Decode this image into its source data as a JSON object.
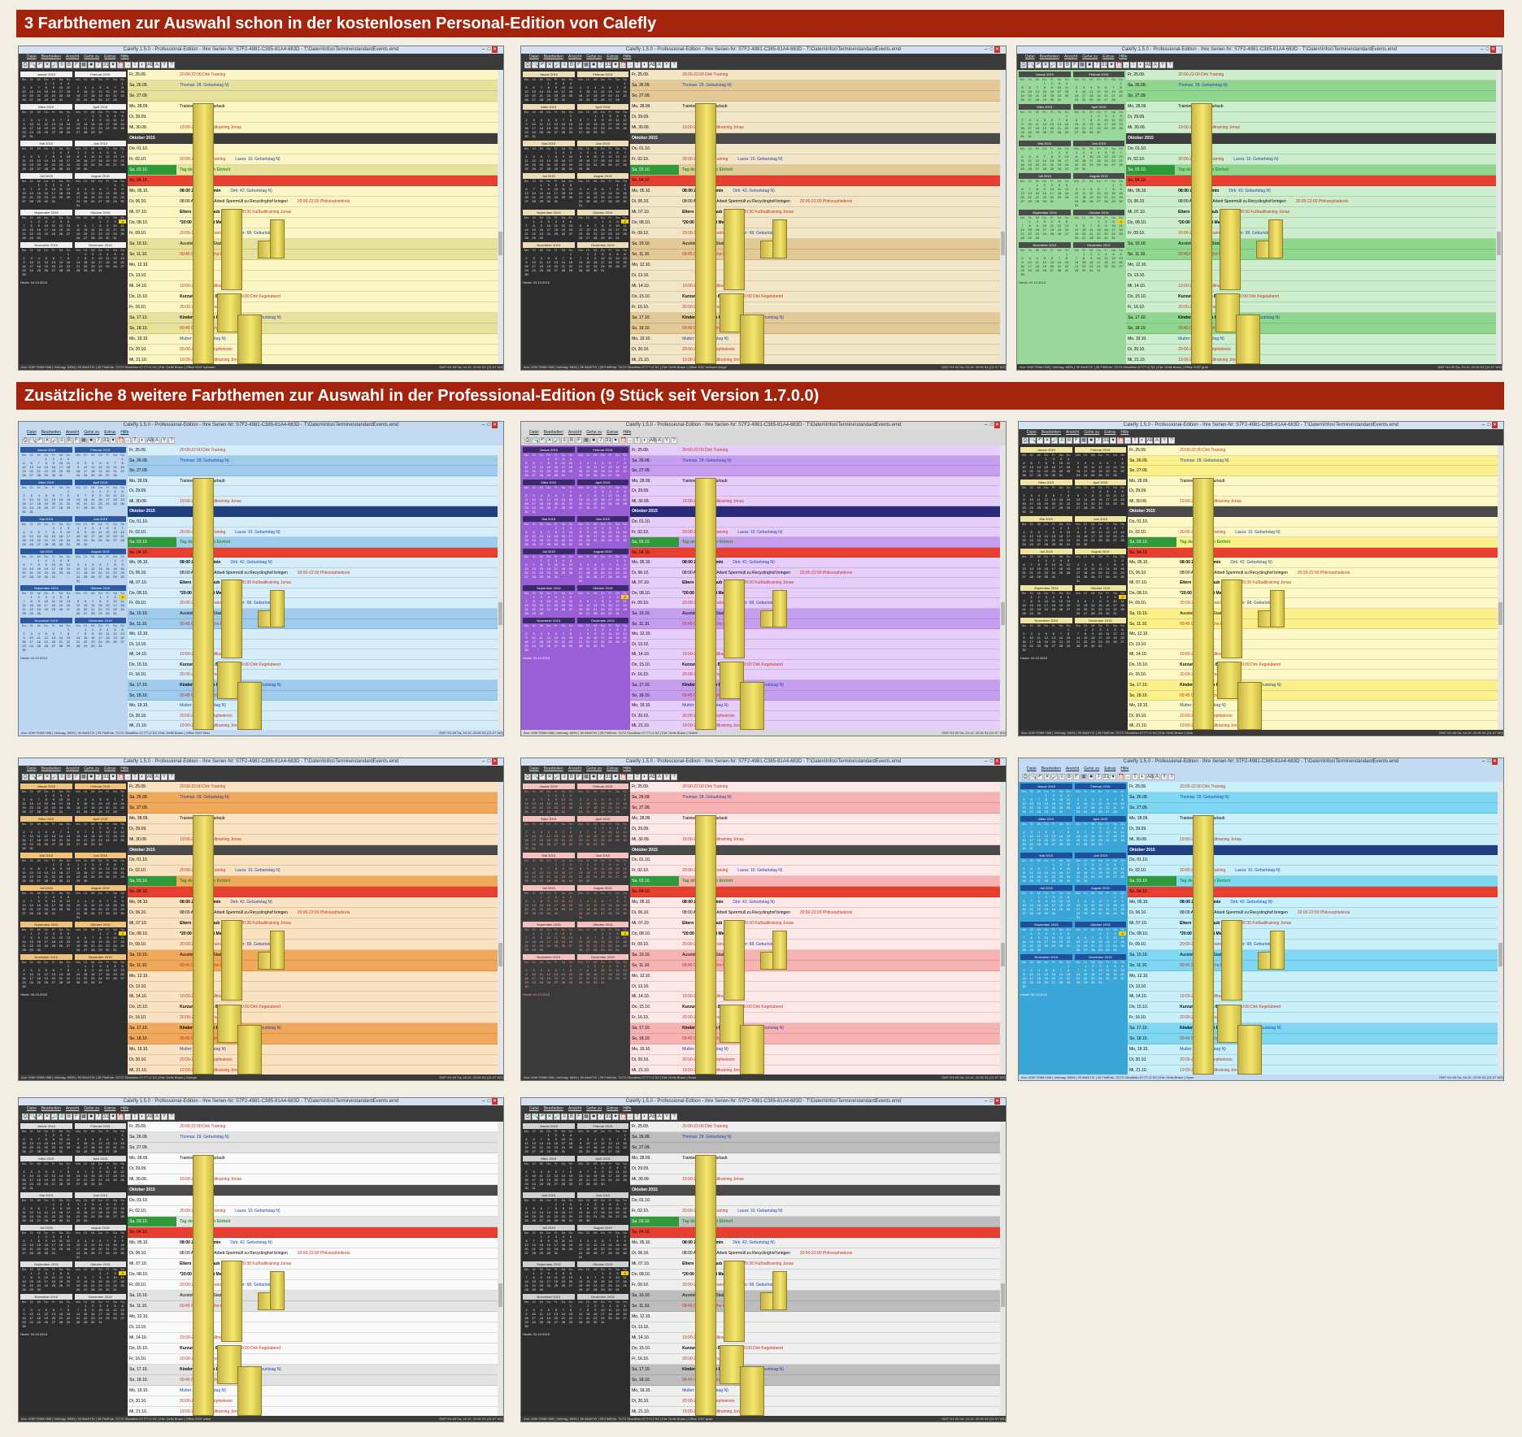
{
  "banners": [
    "3 Farbthemen zur Auswahl schon in der kostenlosen Personal-Edition von Calefly",
    "Zusätzliche 8 weitere Farbthemen zur Auswahl in der Professional-Edition  (9 Stück seit Version 1.7.0.0)"
  ],
  "window": {
    "title": "Calefly 1.5.0 - Professional-Edition - Ihre Serien-Nr: S7F2-4981-C385-81A4-683D - T:\\Daten\\Infos\\Termine\\standardEvents.emd",
    "menu": [
      "Datei",
      "Bearbeiten",
      "Ansicht",
      "Gehe zu",
      "Extras",
      "Hilfe"
    ],
    "toolbar_icons": [
      "print-icon",
      "preview-icon",
      "undo-icon",
      "delete-icon",
      "find-icon",
      "list-icon",
      "bold-icon",
      "filter-icon",
      "calendar-icon",
      "today-icon",
      "week-icon",
      "day31-icon",
      "birthday-icon",
      "alarm-icon",
      "arrow-icon",
      "text-icon",
      "color-icon",
      "ab-icon",
      "font-icon",
      "filter2-icon",
      "help-icon"
    ],
    "statusbar_left": "Anz: 028+759M+308 | Verbrag: NEIN | 95 INAKTIV | 25 FileEnts: 72/72 Showthis=27 F7=2 SZ | Ebt: Gefis Braun | Office 2007 schwarz",
    "statusbar_right": "GMT+01:00    Sa, 04.10. 22:05 SZ (21:07 WZ)"
  },
  "minical": {
    "months": [
      "Januar 2015",
      "Februar 2015",
      "März 2015",
      "April 2015",
      "Mai 2015",
      "Juni 2015",
      "Juli 2015",
      "August 2015",
      "September 2015",
      "Oktober 2015",
      "November 2015",
      "Dezember 2015"
    ],
    "weekdays": [
      "Mo",
      "Di",
      "Mi",
      "Do",
      "Fr",
      "Sa",
      "So"
    ],
    "today": "Heute: 04.10.2015"
  },
  "agenda": {
    "month_label": "Oktober 2015",
    "rows": [
      {
        "day": "Fr, 25.09.",
        "events": [
          "20:00-22:00 Dirk Training"
        ]
      },
      {
        "day": "Sa, 26.09.",
        "events": [
          "Thomas: 28. Geburtstag N)"
        ]
      },
      {
        "day": "So, 27.09.",
        "events": []
      },
      {
        "day": "Mo, 28.09.",
        "events": [
          "Trainieren für Bergurlaub"
        ]
      },
      {
        "day": "Di, 29.09.",
        "events": []
      },
      {
        "day": "Mi, 30.09.",
        "events": [
          "19:00-20:30 Fußballtraining Jonas"
        ]
      },
      {
        "day": "Do, 01.10.",
        "events": []
      },
      {
        "day": "Fr, 02.10.",
        "events": [
          "20:00-22:00 Dirk Training",
          "Laura: 10. Geburtstag N)"
        ]
      },
      {
        "day": "Sa, 03.10.",
        "events": [
          "Tag der deutschen Einheit"
        ]
      },
      {
        "day": "So, 04.10.",
        "events": []
      },
      {
        "day": "Mo, 05.10.",
        "events": [
          "08:00 Zahnarzttermin",
          "Dirk: 42. Geburtstag N)"
        ]
      },
      {
        "day": "Di, 06.10.",
        "events": [
          "08:00 Auf Weg zur Arbeit Sperrmüll zu Recyclinghof bringen",
          "20:00-22:00 Philosophiekreis"
        ]
      },
      {
        "day": "Mi, 07.10.",
        "events": [
          "Eltern im Kurzurlaub",
          "19:00-20:30 Fußballtraining Jonas"
        ]
      },
      {
        "day": "Do, 08.10.",
        "events": [
          "*20:00 Theater mit Meiers"
        ]
      },
      {
        "day": "Fr, 09.10.",
        "events": [
          "20:00-22:00 Dirk Training",
          "Vater: 68. Geburtstag N)"
        ]
      },
      {
        "day": "Sa, 10.10.",
        "events": [
          "Ausstellung in der Stadthalle"
        ]
      },
      {
        "day": "So, 11.10.",
        "events": [
          "09:45 Oma zur Kirche bringen"
        ]
      },
      {
        "day": "Mo, 12.10.",
        "events": []
      },
      {
        "day": "Di, 13.10.",
        "events": []
      },
      {
        "day": "Mi, 14.10.",
        "events": [
          "19:00-20:30 Fußballtraining Jonas"
        ]
      },
      {
        "day": "Do, 15.10.",
        "events": [
          "Kurzurlaub in den Bergen",
          "20:00 Dirk Kegelabend"
        ]
      },
      {
        "day": "Fr, 16.10.",
        "events": [
          "20:00-22:00 Dirk Training"
        ]
      },
      {
        "day": "Sa, 17.10.",
        "events": [
          "Kinder bei meinen Eltern",
          "Katja: 36. Geburtstag N)"
        ]
      },
      {
        "day": "So, 18.10.",
        "events": [
          "09:45 Oma zur Kirche bringen"
        ]
      },
      {
        "day": "Mo, 19.10.",
        "events": [
          "Mutter: 65. Geburtstag N)"
        ]
      },
      {
        "day": "Di, 20.10.",
        "events": [
          "20:00-22:00 Philosophiekreis"
        ]
      },
      {
        "day": "Mi, 21.10.",
        "events": [
          "19:00-20:30 Fußballtraining Jonas"
        ]
      }
    ]
  },
  "themes": [
    {
      "name": "Office 2007 schwarz",
      "chrome": "#3a3a3a",
      "chromeText": "#dddddd",
      "sideBg": "#2d2d2d",
      "sideText": "#e8e8e8",
      "headBg": "#f0f0f0",
      "headText": "#222222",
      "mainBg": "#fbf6c4",
      "weekendBg": "#e8e19c",
      "monthBg": "#3c3c3c",
      "monthText": "#ffffff",
      "accent": "#e84030",
      "titleBg": "#d3e3f4"
    },
    {
      "name": "Office 2007 schwarz beige",
      "chrome": "#3a3a3a",
      "chromeText": "#dddddd",
      "sideBg": "#2d2d2d",
      "sideText": "#e8e8e8",
      "headBg": "#ecdcb8",
      "headText": "#222222",
      "mainBg": "#f3e6c6",
      "weekendBg": "#e2c996",
      "monthBg": "#4a4a4a",
      "monthText": "#ffffff",
      "accent": "#e84030",
      "titleBg": "#d3e3f4"
    },
    {
      "name": "Office 2007 grün",
      "chrome": "#3a3a3a",
      "chromeText": "#dddddd",
      "sideBg": "#9ad79a",
      "sideText": "#123012",
      "headBg": "#4a4a4a",
      "headText": "#ffffff",
      "mainBg": "#cdeecd",
      "weekendBg": "#8fd68f",
      "monthBg": "#3c3c3c",
      "monthText": "#ffffff",
      "accent": "#e84030",
      "titleBg": "#d3e3f4"
    },
    {
      "name": "Office 2007 blau",
      "chrome": "#c4daf2",
      "chromeText": "#123",
      "sideBg": "#bcd5ef",
      "sideText": "#0d2240",
      "headBg": "#2b5aa0",
      "headText": "#ffffff",
      "mainBg": "#d6eefa",
      "weekendBg": "#9fcbec",
      "monthBg": "#1f3f80",
      "monthText": "#ffffff",
      "accent": "#e84030",
      "titleBg": "#c4daf2"
    },
    {
      "name": "Violett",
      "chrome": "#d8d8d8",
      "chromeText": "#222",
      "sideBg": "#9a5fd6",
      "sideText": "#ffffff",
      "headBg": "#3a2a6a",
      "headText": "#ffffff",
      "mainBg": "#e6cdfa",
      "weekendBg": "#c59ef0",
      "monthBg": "#2a2a7a",
      "monthText": "#ffffff",
      "accent": "#e84030",
      "titleBg": "#dcdcdc"
    },
    {
      "name": "Gelb",
      "chrome": "#3a3a3a",
      "chromeText": "#dddddd",
      "sideBg": "#2d2d2d",
      "sideText": "#e8e8e8",
      "headBg": "#efe4a0",
      "headText": "#222",
      "mainBg": "#fdf9c6",
      "weekendBg": "#fbf08a",
      "monthBg": "#4a4a4a",
      "monthText": "#ffffff",
      "accent": "#e84030",
      "titleBg": "#d3e3f4"
    },
    {
      "name": "Orange",
      "chrome": "#3a3a3a",
      "chromeText": "#dddddd",
      "sideBg": "#2d2d2d",
      "sideText": "#e8e8e8",
      "headBg": "#f3c27a",
      "headText": "#222",
      "mainBg": "#fbe2c0",
      "weekendBg": "#f0a85a",
      "monthBg": "#4a4a4a",
      "monthText": "#ffffff",
      "accent": "#e84030",
      "titleBg": "#d3e3f4"
    },
    {
      "name": "Rosa",
      "chrome": "#3a3a3a",
      "chromeText": "#dddddd",
      "sideBg": "#3a3a3a",
      "sideText": "#f2a0a0",
      "headBg": "#f4c0c0",
      "headText": "#222",
      "mainBg": "#fde7e7",
      "weekendBg": "#f7b2b2",
      "monthBg": "#4a4a4a",
      "monthText": "#ffffff",
      "accent": "#e84030",
      "titleBg": "#d3e3f4"
    },
    {
      "name": "Cyan",
      "chrome": "#c4daf2",
      "chromeText": "#123",
      "sideBg": "#3aa7d8",
      "sideText": "#ffffff",
      "headBg": "#1f4f9a",
      "headText": "#ffffff",
      "mainBg": "#c8f0fb",
      "weekendBg": "#7fd8f3",
      "monthBg": "#1f3f80",
      "monthText": "#ffffff",
      "accent": "#e84030",
      "titleBg": "#c4daf2"
    },
    {
      "name": "Office 2007 silber",
      "chrome": "#3a3a3a",
      "chromeText": "#dddddd",
      "sideBg": "#2d2d2d",
      "sideText": "#e8e8e8",
      "headBg": "#e0e0e0",
      "headText": "#222",
      "mainBg": "#fafafa",
      "weekendBg": "#e3e3e3",
      "monthBg": "#4a4a4a",
      "monthText": "#ffffff",
      "accent": "#e84030",
      "titleBg": "#d3e3f4"
    },
    {
      "name": "Office 2007 grau",
      "chrome": "#3a3a3a",
      "chromeText": "#dddddd",
      "sideBg": "#2d2d2d",
      "sideText": "#e8e8e8",
      "headBg": "#d0d0d0",
      "headText": "#222",
      "mainBg": "#efefef",
      "weekendBg": "#bdbdbd",
      "monthBg": "#4a4a4a",
      "monthText": "#ffffff",
      "accent": "#e84030",
      "titleBg": "#d3e3f4"
    }
  ]
}
